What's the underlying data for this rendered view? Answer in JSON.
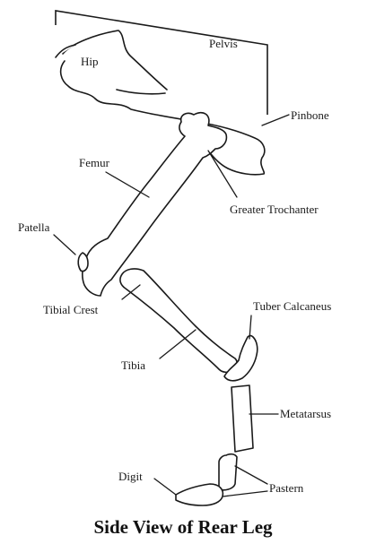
{
  "diagram": {
    "caption": "Side View of Rear Leg",
    "labels": {
      "hip": "Hip",
      "pelvis": "Pelvis",
      "pinbone": "Pinbone",
      "femur": "Femur",
      "greater_trochanter": "Greater Trochanter",
      "patella": "Patella",
      "tibial_crest": "Tibial Crest",
      "tuber_calcaneus": "Tuber Calcaneus",
      "tibia": "Tibia",
      "metatarsus": "Metatarsus",
      "digit": "Digit",
      "pastern": "Pastern"
    }
  }
}
